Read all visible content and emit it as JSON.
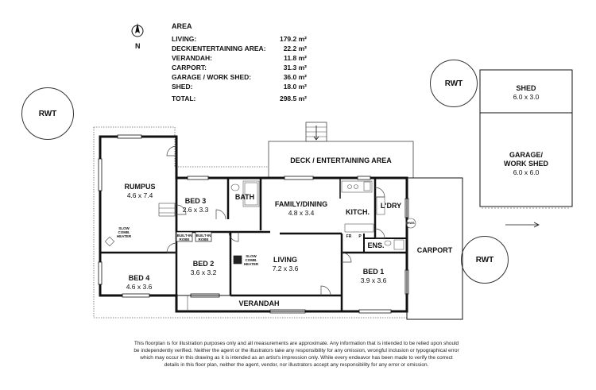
{
  "area": {
    "title": "AREA",
    "rows": [
      {
        "label": "LIVING:",
        "value": "179.2 m²"
      },
      {
        "label": "DECK/ENTERTAINING AREA:",
        "value": "22.2 m²"
      },
      {
        "label": "VERANDAH:",
        "value": "11.8 m²"
      },
      {
        "label": "CARPORT:",
        "value": "31.3 m²"
      },
      {
        "label": "GARAGE / WORK SHED:",
        "value": "36.0 m²"
      },
      {
        "label": "SHED:",
        "value": "18.0 m²"
      }
    ],
    "total": {
      "label": "TOTAL:",
      "value": "298.5 m²"
    }
  },
  "compass": {
    "label": "N"
  },
  "rwt": {
    "label": "RWT"
  },
  "rooms": {
    "deck": {
      "name": "DECK / ENTERTAINING AREA"
    },
    "rumpus": {
      "name": "RUMPUS",
      "dim": "4.6 x 7.4"
    },
    "bed3": {
      "name": "BED 3",
      "dim": "2.6 x 3.3"
    },
    "bath": {
      "name": "BATH"
    },
    "family": {
      "name": "FAMILY/DINING",
      "dim": "4.8 x 3.4"
    },
    "kitch": {
      "name": "KITCH."
    },
    "ldry": {
      "name": "L'DRY"
    },
    "bed2": {
      "name": "BED 2",
      "dim": "3.6 x 3.2"
    },
    "living": {
      "name": "LIVING",
      "dim": "7.2 x 3.6"
    },
    "bed1": {
      "name": "BED 1",
      "dim": "3.9 x 3.6"
    },
    "ens": {
      "name": "ENS."
    },
    "bed4": {
      "name": "BED 4",
      "dim": "4.6 x 3.6"
    },
    "verandah": {
      "name": "VERANDAH"
    },
    "carport": {
      "name": "CARPORT"
    },
    "shed": {
      "name": "SHED",
      "dim": "6.0 x 3.0"
    },
    "garage": {
      "name": "GARAGE/",
      "name2": "WORK SHED",
      "dim": "6.0 x 6.0"
    }
  },
  "fixtures": {
    "heater_rumpus": [
      "SLOW",
      "COMB.",
      "HEATER"
    ],
    "heater_living": [
      "SLOW",
      "COMB.",
      "HEATER"
    ],
    "robe1": [
      "BUILT-IN",
      "ROBE"
    ],
    "robe2": [
      "BUILT-IN",
      "ROBE"
    ],
    "fr": "FR",
    "p": "P",
    "hws": "HWS"
  },
  "disclaimer": "This floorplan is for illustration purposes only and all measurements are approximate. Any information that is intended to be relied upon should be independently verified. Neither the agent or the illustrators take any responsibility for any omission, wrongful inclusion or typographical error which may occur in this drawing as it is intended as an artist's impression only. While every endeavor has been made to verify the correct details in this floor plan, neither the agent, vendor, nor illustrators accept any responsibility for any error or omission."
}
